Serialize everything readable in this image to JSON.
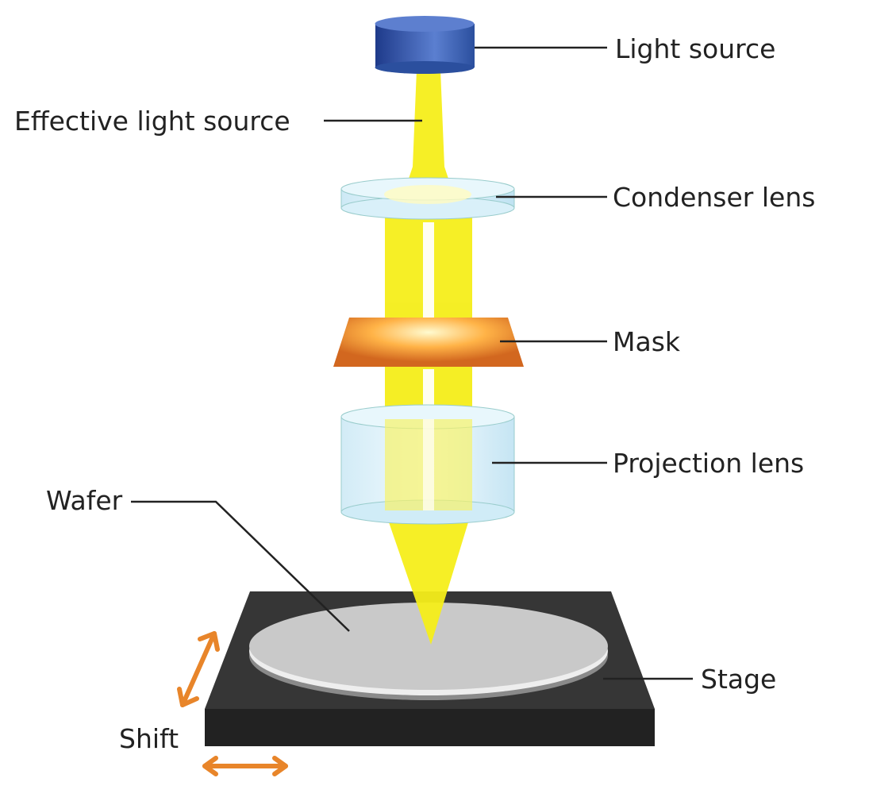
{
  "labels": {
    "light_source": "Light source",
    "effective_light_source": "Effective light source",
    "condenser_lens": "Condenser lens",
    "mask": "Mask",
    "projection_lens": "Projection lens",
    "wafer": "Wafer",
    "stage": "Stage",
    "shift": "Shift"
  },
  "colors": {
    "light_source": "#2b4f9e",
    "beam": "#f5ee1a",
    "mask": "#d2671f",
    "stage": "#333333",
    "wafer": "#c9c9c9",
    "arrow": "#e8852a"
  }
}
